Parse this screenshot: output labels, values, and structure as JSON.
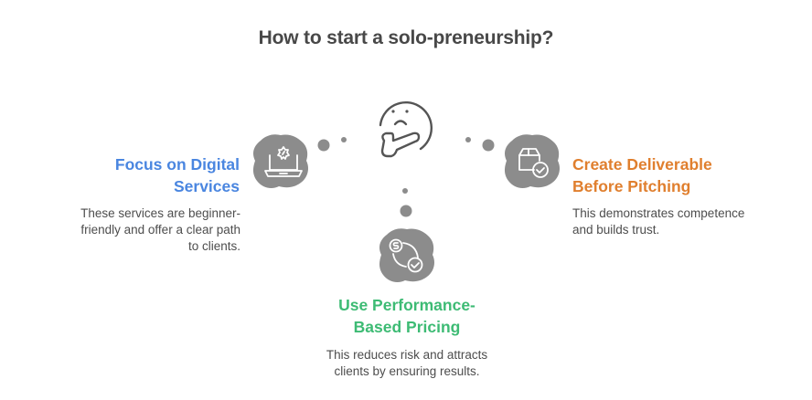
{
  "title": "How to start a solo-preneurship?",
  "center_icon": "thinking-face-icon",
  "colors": {
    "title": "#484848",
    "blob": "#8c8c8c",
    "left_heading": "#4a86e0",
    "right_heading": "#e07f2e",
    "bottom_heading": "#3dbb74",
    "description": "#4d4d4d"
  },
  "items": [
    {
      "id": "left",
      "heading": "Focus on Digital Services",
      "heading_lines": [
        "Focus on Digital",
        "Services"
      ],
      "description_lines": [
        "These services are beginner-",
        "friendly and offer a clear path",
        "to clients."
      ],
      "icon": "laptop-gear-icon"
    },
    {
      "id": "right",
      "heading": "Create Deliverable Before Pitching",
      "heading_lines": [
        "Create Deliverable",
        "Before Pitching"
      ],
      "description_lines": [
        "This demonstrates competence",
        "and builds trust."
      ],
      "icon": "package-check-icon"
    },
    {
      "id": "bottom",
      "heading": "Use Performance-Based Pricing",
      "heading_lines": [
        "Use Performance-",
        "Based Pricing"
      ],
      "description_lines": [
        "This reduces risk and attracts",
        "clients by ensuring results."
      ],
      "icon": "dollar-cycle-check-icon"
    }
  ]
}
